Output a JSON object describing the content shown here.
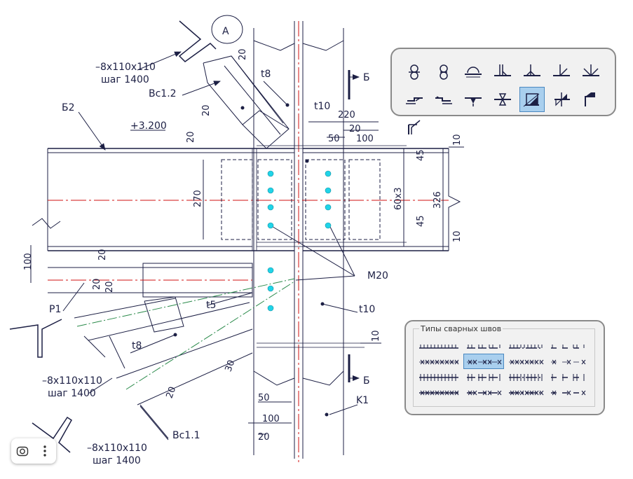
{
  "drawing": {
    "section_mark": "А",
    "cut_mark": "Б",
    "dims": {
      "d20_a": "20",
      "d20_b": "20",
      "d20_c": "20",
      "d20_d": "20",
      "d20_e": "20",
      "d20_f": "20",
      "d20_g": "20",
      "d20_h": "20",
      "d20_i": "20",
      "d220": "220",
      "d50_top": "50",
      "d100_top": "100",
      "d45_top": "45",
      "d45_bot": "45",
      "d60x3": "60x3",
      "d326": "326",
      "d10_top": "10",
      "d10_mid": "10",
      "d10_bot": "10",
      "d270": "270",
      "d100_left": "100",
      "d30": "30",
      "d50_bot": "50",
      "d100_bot": "100"
    },
    "labels": {
      "t8_top": "t8",
      "t10_top": "t10",
      "t10_bot": "t10",
      "t5": "t5",
      "t8_left": "t8",
      "m20": "M20",
      "k1": "K1",
      "b2": "Б2",
      "elev": "+3.200",
      "vs12": "Вс1.2",
      "vs11": "Вс1.1",
      "p1": "Р1",
      "plate1_size": "–8x110x110",
      "plate1_step": "шаг 1400",
      "plate2_size": "–8x110x110",
      "plate2_step": "шаг 1400",
      "plate3_size": "–8x110x110",
      "plate3_step": "шаг 1400"
    }
  },
  "weld_panel": {
    "buttons": [
      {
        "icon": "double-circle-weld-icon"
      },
      {
        "icon": "double-circle-dot-weld-icon"
      },
      {
        "icon": "arc-weld-icon"
      },
      {
        "icon": "tee-weld-icon"
      },
      {
        "icon": "tee-double-weld-icon"
      },
      {
        "icon": "corner-weld-icon"
      },
      {
        "icon": "corner-double-weld-icon"
      },
      {
        "icon": "lap-weld-icon"
      },
      {
        "icon": "lap-reverse-weld-icon"
      },
      {
        "icon": "butt-fill-weld-icon"
      },
      {
        "icon": "butt-double-weld-icon"
      },
      {
        "icon": "fillet-selected-weld-icon",
        "selected": true
      },
      {
        "icon": "fillet-double-weld-icon"
      },
      {
        "icon": "edge-weld-icon"
      },
      {
        "icon": "edge-double-weld-icon"
      }
    ]
  },
  "seam_panel": {
    "title": "Типы сварных швов",
    "rows": [
      [
        "seam-solid-visible",
        "seam-dashed-visible",
        "seam-chain-visible",
        "seam-staggered-visible"
      ],
      [
        "seam-solid-hidden",
        "seam-dashed-hidden",
        "seam-chain-hidden",
        "seam-staggered-hidden"
      ],
      [
        "seam-solid-both",
        "seam-dashed-both",
        "seam-chain-both",
        "seam-staggered-both"
      ],
      [
        "seam-solid-cross",
        "seam-dashed-cross",
        "seam-chain-cross",
        "seam-staggered-cross"
      ]
    ],
    "selected": "seam-dashed-hidden"
  },
  "colors": {
    "line": "#1c1f44",
    "axis": "#d01010",
    "bolt": "#20d4e8",
    "weld_green": "#2a8a4a"
  }
}
